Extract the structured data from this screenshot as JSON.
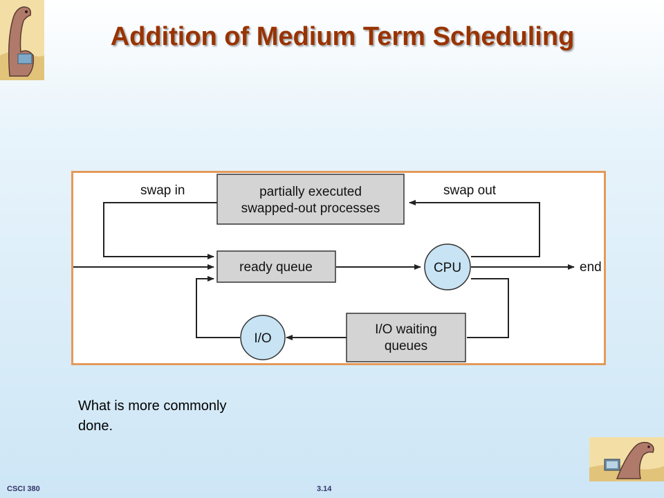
{
  "slide": {
    "title": "Addition of Medium Term Scheduling",
    "caption": "What is more commonly done.",
    "footer_left": "CSCI 380",
    "footer_center": "3.14"
  },
  "diagram": {
    "swapped_box_line1": "partially executed",
    "swapped_box_line2": "swapped-out processes",
    "ready_queue": "ready queue",
    "cpu": "CPU",
    "io": "I/O",
    "io_waiting_line1": "I/O waiting",
    "io_waiting_line2": "queues",
    "swap_in": "swap in",
    "swap_out": "swap out",
    "end": "end"
  },
  "colors": {
    "title": "#993300",
    "box_fill": "#d4d4d4",
    "circle_fill": "#c7e3f4",
    "frame": "#e39a5a"
  }
}
